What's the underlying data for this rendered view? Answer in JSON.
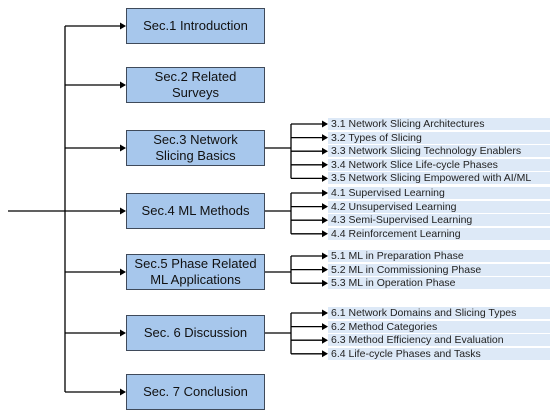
{
  "sections": [
    {
      "label": "Sec.1 Introduction",
      "children": []
    },
    {
      "label": "Sec.2 Related\nSurveys",
      "children": []
    },
    {
      "label": "Sec.3 Network\nSlicing Basics",
      "children": [
        "3.1 Network Slicing Architectures",
        "3.2 Types of Slicing",
        "3.3 Network Slicing Technology Enablers",
        "3.4 Network Slice Life-cycle Phases",
        "3.5 Network Slicing Empowered with AI/ML"
      ]
    },
    {
      "label": "Sec.4 ML Methods",
      "children": [
        "4.1 Supervised Learning",
        "4.2 Unsupervised Learning",
        "4.3 Semi-Supervised Learning",
        "4.4 Reinforcement Learning"
      ]
    },
    {
      "label": "Sec.5 Phase Related\nML Applications",
      "children": [
        "5.1 ML in Preparation Phase",
        "5.2 ML in Commissioning Phase",
        "5.3 ML in Operation Phase"
      ]
    },
    {
      "label": "Sec. 6 Discussion",
      "children": [
        "6.1 Network Domains and Slicing Types",
        "6.2 Method Categories",
        "6.3 Method Efficiency and Evaluation",
        "6.4 Life-cycle Phases and Tasks"
      ]
    },
    {
      "label": "Sec. 7 Conclusion",
      "children": []
    }
  ],
  "colors": {
    "section_fill": "#a7c7ec",
    "subsection_fill": "#dde9f7",
    "line": "#000000"
  }
}
